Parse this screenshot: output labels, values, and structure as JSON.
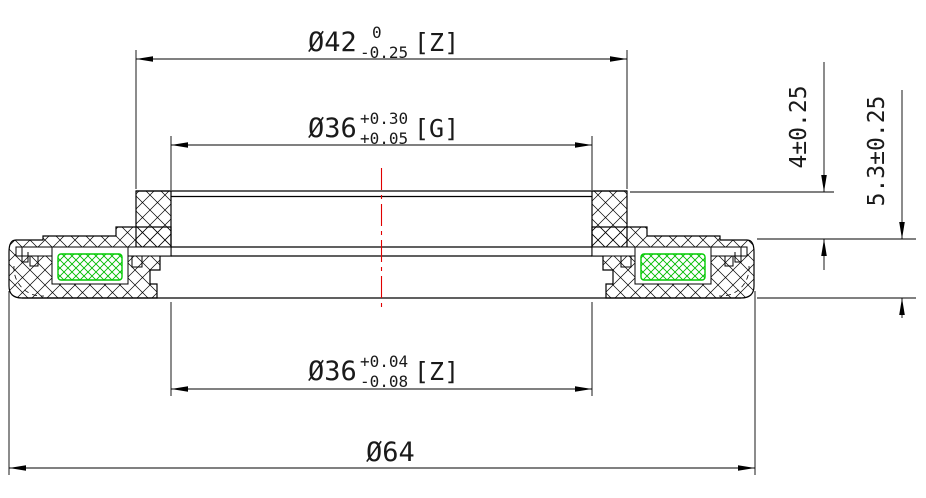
{
  "drawing": {
    "type": "mechanical-section-drawing",
    "colors": {
      "background": "#ffffff",
      "outline": "#000000",
      "centerline": "#e00000",
      "spring": "#00cc00"
    },
    "dimensions": {
      "d42": {
        "main": "Ø42",
        "tol_upper": "0",
        "tol_lower": "-0.25",
        "suffix": "[Z]"
      },
      "d36g": {
        "main": "Ø36",
        "tol_upper": "+0.30",
        "tol_lower": "+0.05",
        "suffix": "[G]"
      },
      "d36z": {
        "main": "Ø36",
        "tol_upper": "+0.04",
        "tol_lower": "-0.08",
        "suffix": "[Z]"
      },
      "d64": {
        "main": "Ø64"
      },
      "h4": {
        "label": "4±0.25"
      },
      "h53": {
        "label": "5.3±0.25"
      }
    }
  }
}
